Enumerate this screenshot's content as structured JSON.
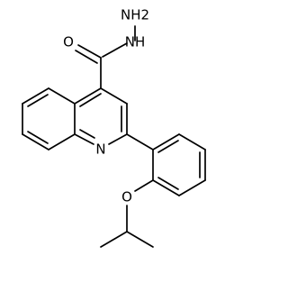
{
  "labels": {
    "hydrazine_nh2": "NH2",
    "hydrazine_nh": "NH",
    "carbonyl_o": "O",
    "quinoline_n": "N",
    "ether_o": "O"
  },
  "colors": {
    "stroke": "#000000",
    "background": "#ffffff"
  }
}
